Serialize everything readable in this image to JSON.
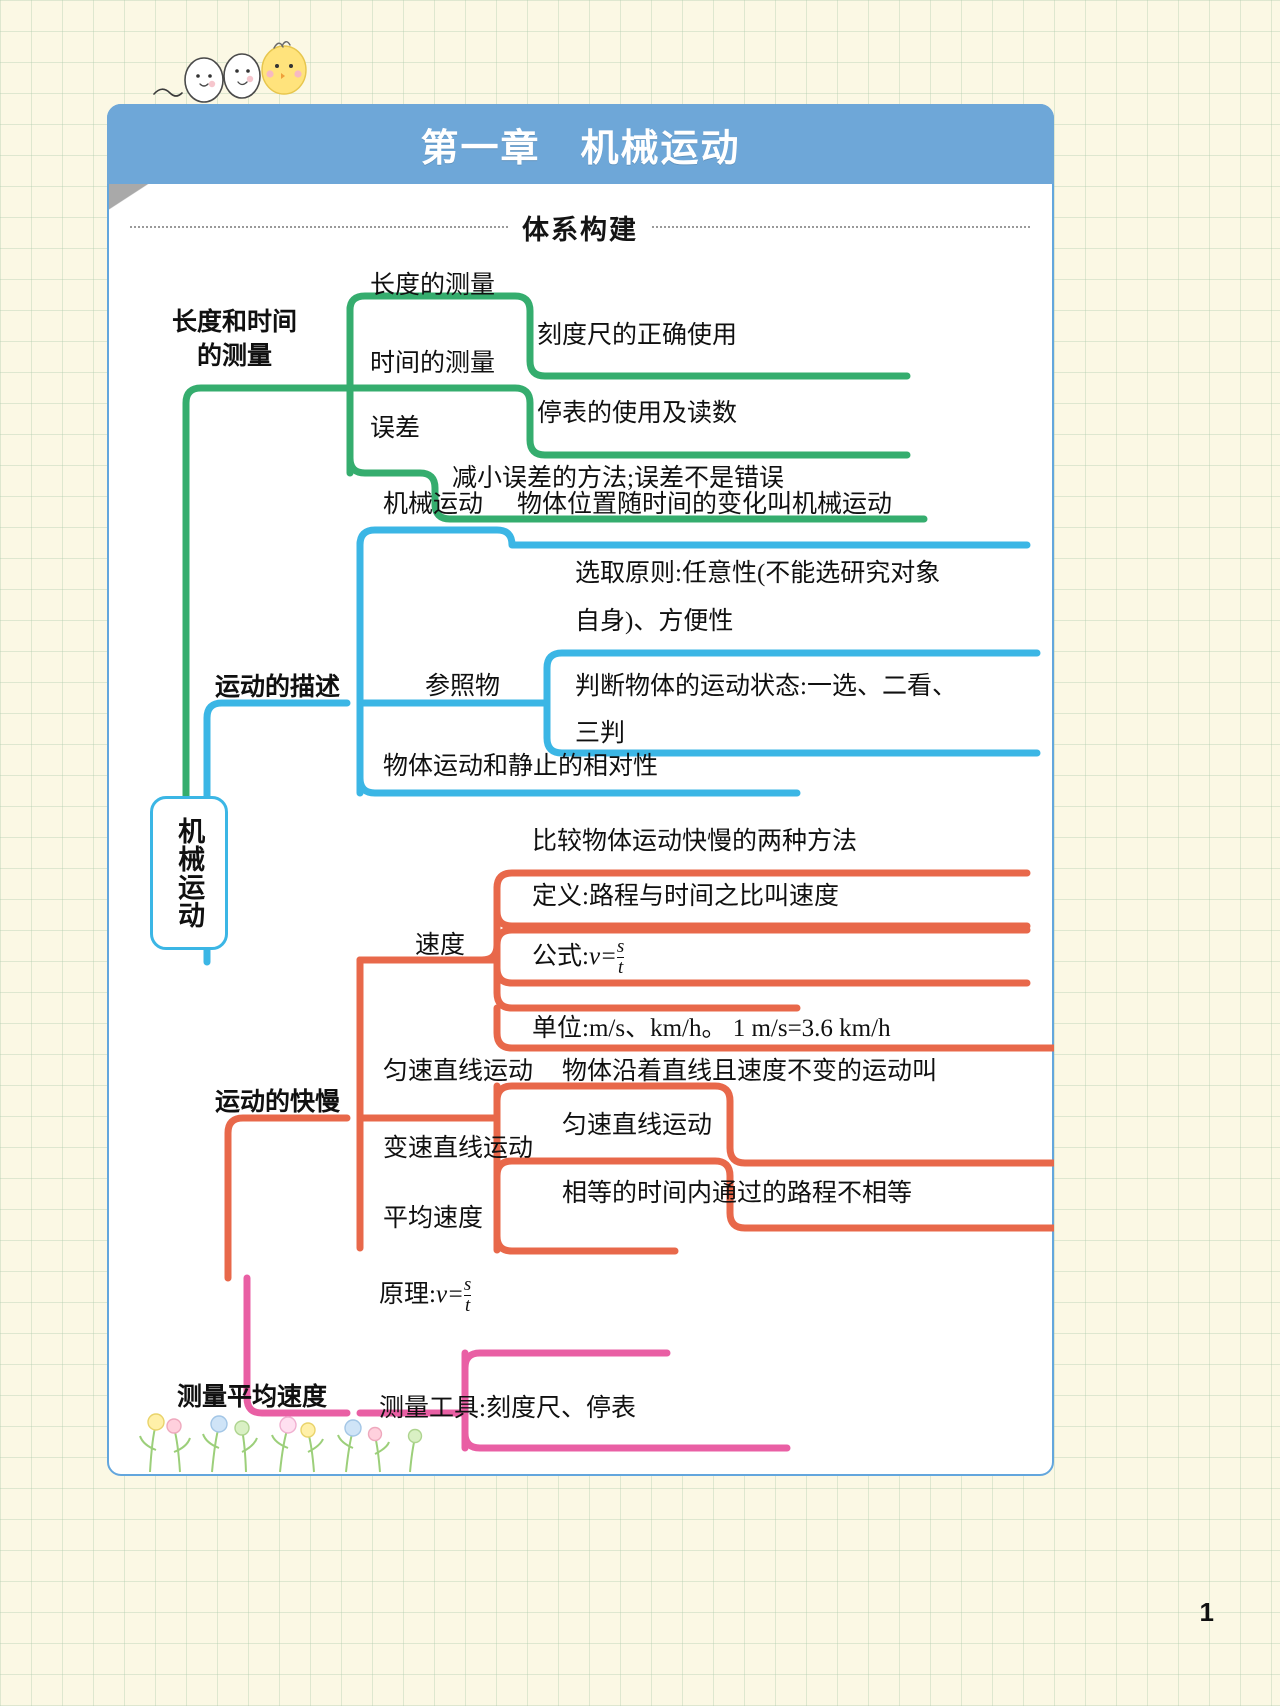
{
  "page": {
    "chapter_title": "第一章　机械运动",
    "section_heading": "体系构建",
    "page_number": "1",
    "colors": {
      "banner": "#6ea7d8",
      "green": "#35ad6e",
      "blue": "#3bb6e5",
      "orange": "#e8684a",
      "pink": "#e95fa4",
      "paper": "#fbf8e4"
    }
  },
  "mindmap": {
    "center": "机械运动",
    "branches": [
      {
        "name": "长度和时间的测量",
        "color": "#35ad6e",
        "label_lines": [
          "长度和时间",
          "的测量"
        ],
        "children": [
          {
            "label": "长度的测量",
            "detail": "刻度尺的正确使用"
          },
          {
            "label": "时间的测量",
            "detail": "停表的使用及读数"
          },
          {
            "label": "误差",
            "detail": "减小误差的方法;误差不是错误"
          }
        ]
      },
      {
        "name": "运动的描述",
        "color": "#3bb6e5",
        "label_lines": [
          "运动的描述"
        ],
        "children": [
          {
            "label": "机械运动",
            "detail": "物体位置随时间的变化叫机械运动"
          },
          {
            "label": "参照物",
            "detail_lines": [
              "选取原则:任意性(不能选研究对象",
              "自身)、方便性",
              "判断物体的运动状态:一选、二看、",
              "三判"
            ]
          },
          {
            "label": "物体运动和静止的相对性",
            "detail": ""
          }
        ]
      },
      {
        "name": "运动的快慢",
        "color": "#e8684a",
        "label_lines": [
          "运动的快慢"
        ],
        "children": [
          {
            "label": "速度",
            "details": [
              "比较物体运动快慢的两种方法",
              "定义:路程与时间之比叫速度",
              "公式:v=s/t",
              "单位:m/s、km/h。 1 m/s=3.6 km/h"
            ]
          },
          {
            "label": "匀速直线运动",
            "detail_lines": [
              "物体沿着直线且速度不变的运动叫",
              "匀速直线运动"
            ]
          },
          {
            "label": "变速直线运动",
            "detail": "相等的时间内通过的路程不相等"
          },
          {
            "label": "平均速度",
            "detail": ""
          }
        ]
      },
      {
        "name": "测量平均速度",
        "color": "#e95fa4",
        "label_lines": [
          "测量平均速度"
        ],
        "children": [
          {
            "label": "原理:v=s/t",
            "detail": ""
          },
          {
            "label": "测量工具:刻度尺、停表",
            "detail": ""
          }
        ]
      }
    ],
    "text": {
      "b1_title_l1": "长度和时间",
      "b1_title_l2": "的测量",
      "b1_c1": "长度的测量",
      "b1_c1d": "刻度尺的正确使用",
      "b1_c2": "时间的测量",
      "b1_c2d": "停表的使用及读数",
      "b1_c3": "误差",
      "b1_c3d": "减小误差的方法;误差不是错误",
      "b2_title": "运动的描述",
      "b2_c1": "机械运动",
      "b2_c1d": "物体位置随时间的变化叫机械运动",
      "b2_c2": "参照物",
      "b2_c2d1": "选取原则:任意性(不能选研究对象",
      "b2_c2d2": "自身)、方便性",
      "b2_c2d3": "判断物体的运动状态:一选、二看、",
      "b2_c2d4": "三判",
      "b2_c3": "物体运动和静止的相对性",
      "b3_title": "运动的快慢",
      "b3_c1": "速度",
      "b3_c1d1": "比较物体运动快慢的两种方法",
      "b3_c1d2": "定义:路程与时间之比叫速度",
      "b3_c1d3_pre": "公式:",
      "b3_c1d3_var": "v=",
      "b3_c1d3_num": "s",
      "b3_c1d3_den": "t",
      "b3_c1d4": "单位:m/s、km/h。 1 m/s=3.6 km/h",
      "b3_c2": "匀速直线运动",
      "b3_c2d1": "物体沿着直线且速度不变的运动叫",
      "b3_c2d2": "匀速直线运动",
      "b3_c3": "变速直线运动",
      "b3_c3d": "相等的时间内通过的路程不相等",
      "b3_c4": "平均速度",
      "b4_title": "测量平均速度",
      "b4_c1_pre": "原理:",
      "b4_c1_var": "v=",
      "b4_c1_num": "s",
      "b4_c1_den": "t",
      "b4_c2": "测量工具:刻度尺、停表"
    }
  }
}
